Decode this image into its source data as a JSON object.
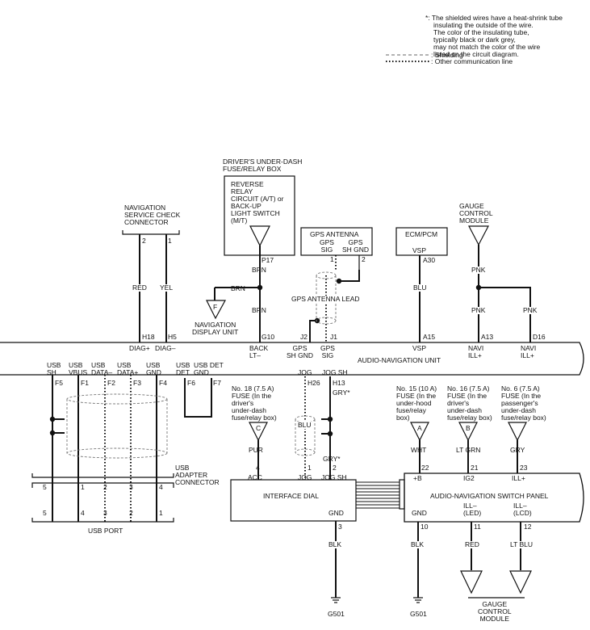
{
  "legend": {
    "note_line1": "*: The shielded wires have a heat-shrink tube",
    "note_line2": "insulating the outside of the wire.",
    "note_line3": "The color of the insulating tube,",
    "note_line4": "typically black or dark grey,",
    "note_line5": "may not match the color of the wire",
    "note_line6": "listed on the circuit diagram.",
    "shielding": ": Shielding",
    "other_comm": ": Other communication line"
  },
  "driver_box": {
    "title1": "DRIVER'S UNDER-DASH",
    "title2": "FUSE/RELAY BOX",
    "l1": "REVERSE",
    "l2": "RELAY",
    "l3": "CIRCUIT (A/T) or",
    "l4": "BACK-UP",
    "l5": "LIGHT SWITCH",
    "l6": "(M/T)",
    "pin": "P17",
    "wire1": "BRN",
    "wire2": "BRN",
    "split_wire": "BRN",
    "f_label": "F",
    "nav_disp1": "NAVIGATION",
    "nav_disp2": "DISPLAY UNIT",
    "conn": "G10",
    "sig1": "BACK",
    "sig2": "LT–"
  },
  "nav_check": {
    "l1": "NAVIGATION",
    "l2": "SERVICE CHECK",
    "l3": "CONNECTOR",
    "pin2": "2",
    "pin1": "1",
    "wire_red": "RED",
    "wire_yel": "YEL",
    "conn_h18": "H18",
    "conn_h5": "H5",
    "sig_diagp": "DIAG+",
    "sig_diagm": "DIAG–"
  },
  "gps": {
    "title": "GPS ANTENNA",
    "sig1": "GPS",
    "sig2": "SIG",
    "gnd1": "GPS",
    "gnd2": "SH GND",
    "pin1": "1",
    "pin2": "2",
    "lead": "GPS ANTENNA LEAD",
    "conn_j2": "J2",
    "conn_j1": "J1",
    "u_gnd1": "GPS",
    "u_gnd2": "SH GND",
    "u_sig1": "GPS",
    "u_sig2": "SIG"
  },
  "ecm": {
    "title": "ECM/PCM",
    "sig": "VSP",
    "pin": "A30",
    "wire": "BLU",
    "conn": "A15",
    "unit_sig": "VSP"
  },
  "gauge_top": {
    "l1": "GAUGE",
    "l2": "CONTROL",
    "l3": "MODULE",
    "wire_pnk1": "PNK",
    "wire_pnk2": "PNK",
    "wire_pnk3": "PNK",
    "conn_a13": "A13",
    "conn_d16": "D16",
    "navi1": "NAVI",
    "ill1": "ILL+",
    "navi2": "NAVI",
    "ill2": "ILL+"
  },
  "audio_unit": {
    "title": "AUDIO-NAVIGATION UNIT"
  },
  "usb": {
    "h1a": "USB",
    "h1b": "SH",
    "h2a": "USB",
    "h2b": "VBUS",
    "h3a": "USB",
    "h3b": "DATA–",
    "h4a": "USB",
    "h4b": "DATA+",
    "h5a": "USB",
    "h5b": "GND",
    "h6a": "USB",
    "h6b": "DET",
    "h7a": "USB DET",
    "h7b": "GND",
    "f5": "F5",
    "f1": "F1",
    "f2": "F2",
    "f3": "F3",
    "f4": "F4",
    "f6": "F6",
    "f7": "F7",
    "adapter1": "USB",
    "adapter2": "ADAPTER",
    "adapter3": "CONNECTOR",
    "ap5": "5",
    "ap1": "1",
    "ap2": "2",
    "ap3": "3",
    "ap4": "4",
    "port": "USB PORT",
    "pp5": "5",
    "pp4": "4",
    "pp3": "3",
    "pp2": "2",
    "pp1": "1"
  },
  "jog": {
    "jog": "JOG",
    "jogsh": "JOG SH",
    "h26": "H26",
    "h13": "H13",
    "gry1": "GRY*",
    "blu": "BLU",
    "gry2": "GRY*",
    "p1": "1",
    "p2": "2"
  },
  "fuses": {
    "f18_1": "No. 18 (7.5 A)",
    "f18_2": "FUSE (In the",
    "f18_3": "driver's",
    "f18_4": "under-dash",
    "f18_5": "fuse/relay box)",
    "f18_tri": "C",
    "f18_wire": "PUR",
    "f18_pin": "4",
    "f15_1": "No. 15 (10 A)",
    "f15_2": "FUSE (In the",
    "f15_3": "under-hood",
    "f15_4": "fuse/relay",
    "f15_5": "box)",
    "f15_tri": "A",
    "f15_wire": "WHT",
    "f15_pin": "22",
    "f16_1": "No. 16 (7.5 A)",
    "f16_2": "FUSE (In the",
    "f16_3": "driver's",
    "f16_4": "under-dash",
    "f16_5": "fuse/relay box)",
    "f16_tri": "B",
    "f16_wire": "LT GRN",
    "f16_pin": "21",
    "f6_1": "No. 6 (7.5 A)",
    "f6_2": "FUSE (In the",
    "f6_3": "passenger's",
    "f6_4": "under-dash",
    "f6_5": "fuse/relay box)",
    "f6_wire": "GRY",
    "f6_pin": "23"
  },
  "interface_dial": {
    "acc": "ACC",
    "jog": "JOG",
    "jogsh": "JOG SH",
    "title": "INTERFACE DIAL",
    "gnd": "GND",
    "gnd_pin": "3",
    "wire": "BLK",
    "ground": "G501"
  },
  "switch_panel": {
    "b": "+B",
    "ig2": "IG2",
    "ill": "ILL+",
    "title": "AUDIO-NAVIGATION SWITCH PANEL",
    "gnd": "GND",
    "illm1a": "ILL–",
    "illm1b": "(LED)",
    "illm2a": "ILL–",
    "illm2b": "(LCD)",
    "gnd_pin": "10",
    "p11": "11",
    "p12": "12",
    "w_blk": "BLK",
    "w_red": "RED",
    "w_ltblu": "LT BLU",
    "ground": "G501",
    "gauge1": "GAUGE",
    "gauge2": "CONTROL",
    "gauge3": "MODULE"
  }
}
